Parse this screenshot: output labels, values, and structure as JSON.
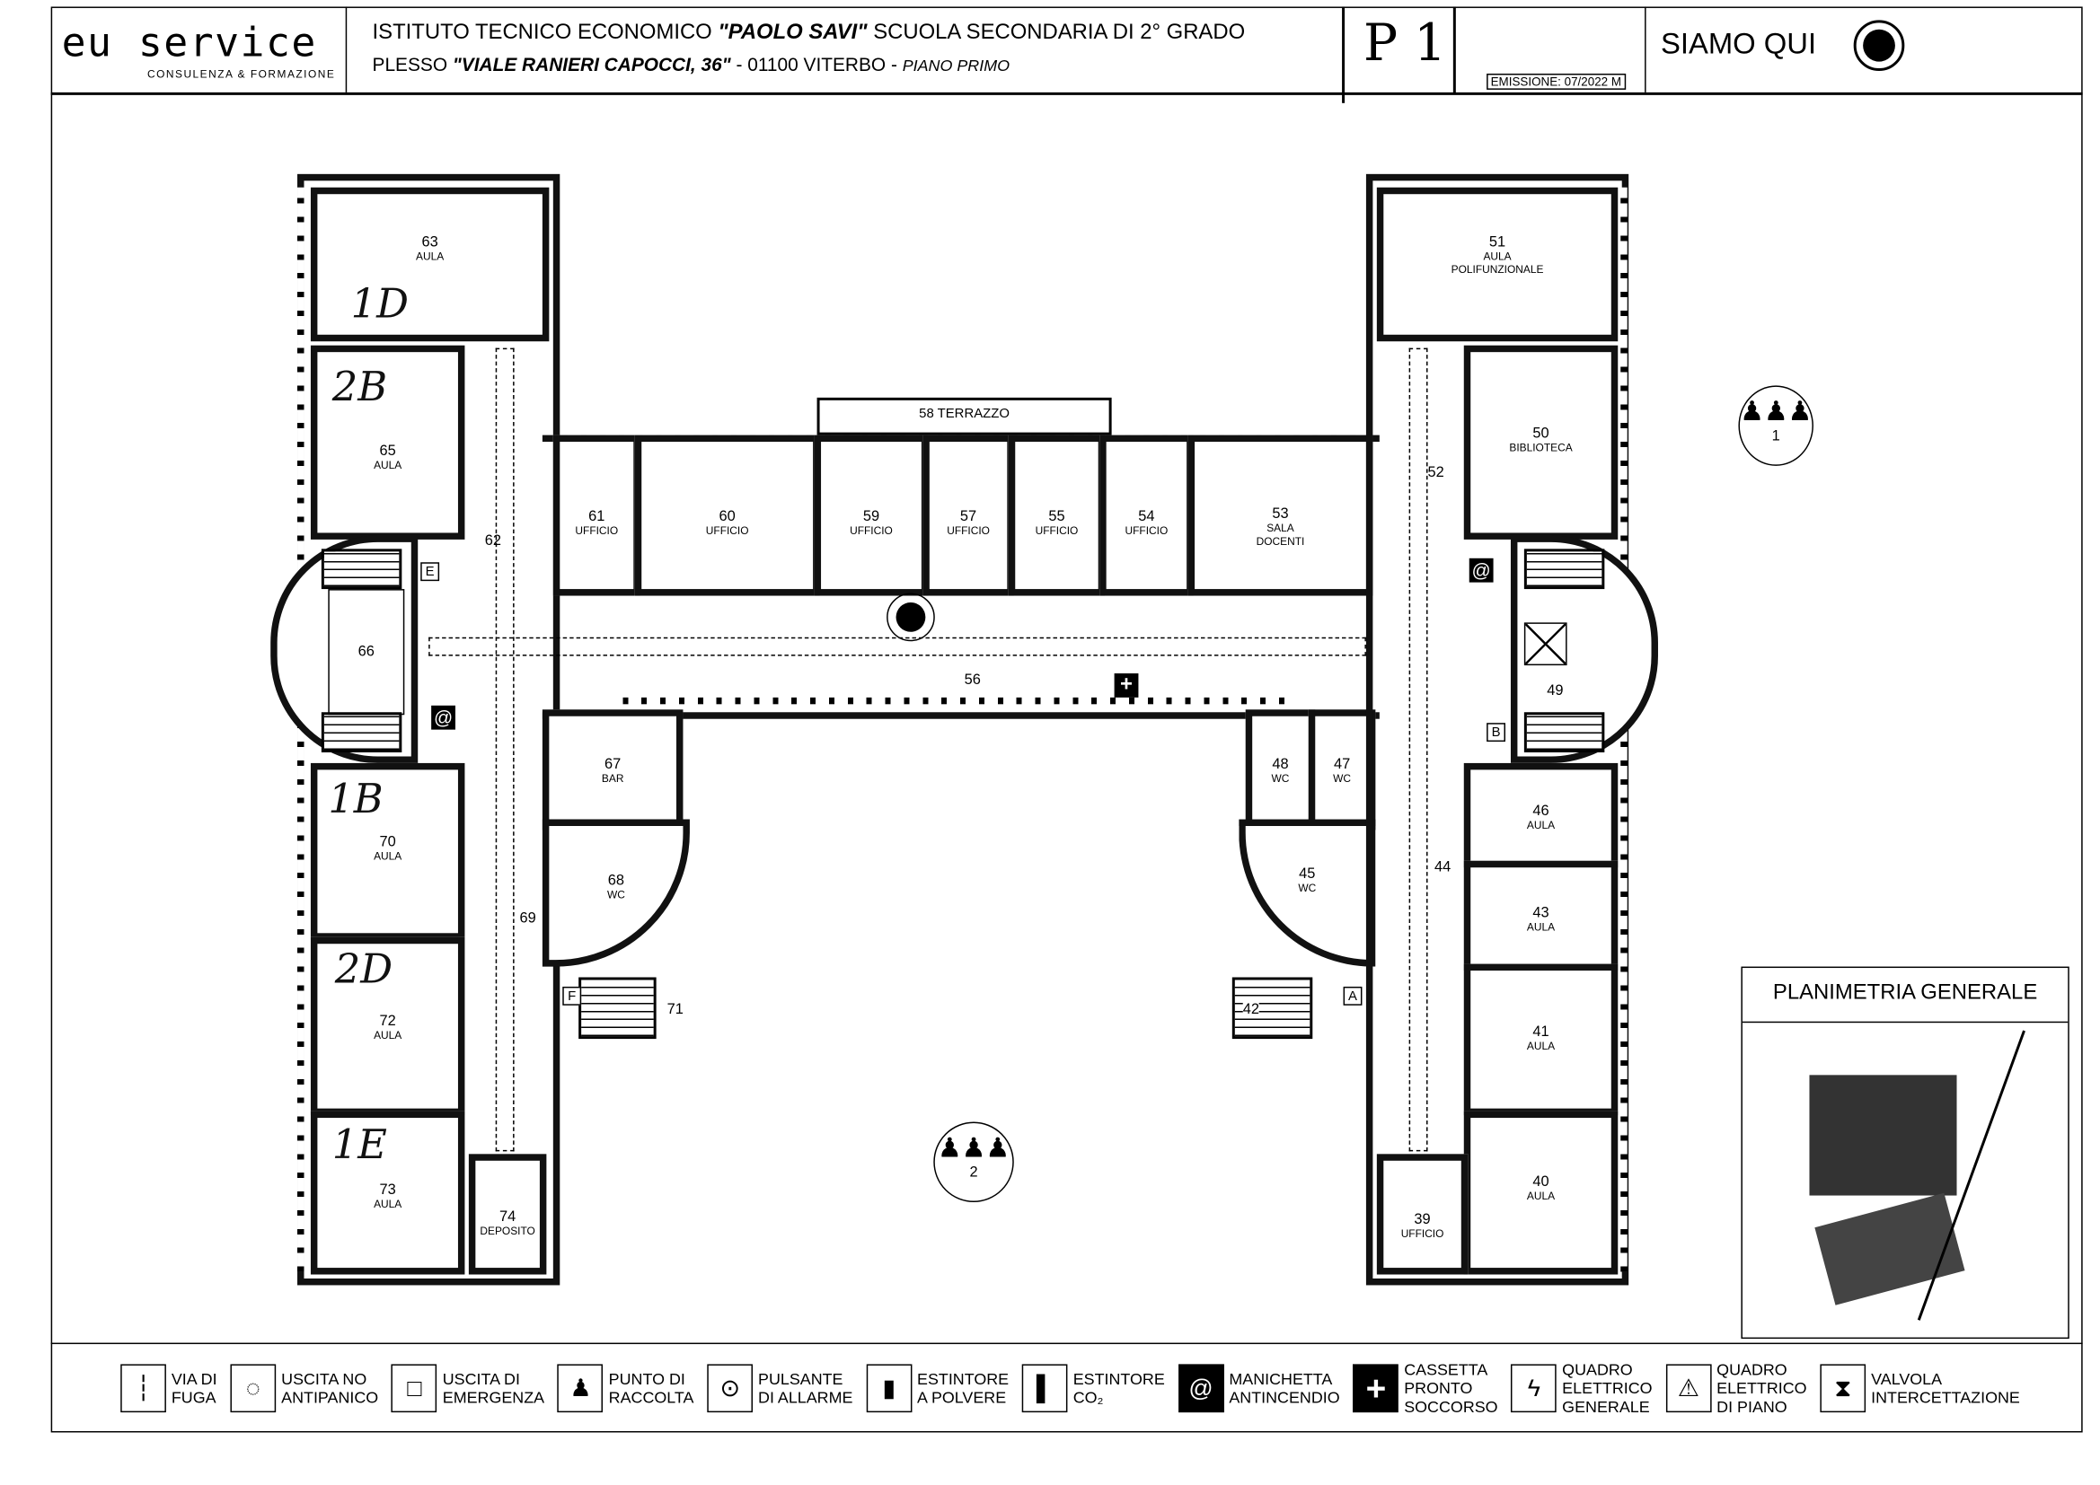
{
  "header": {
    "logo_main": "eu service",
    "logo_sub": "CONSULENZA & FORMAZIONE",
    "title_line1_a": "ISTITUTO  TECNICO ECONOMICO ",
    "title_line1_b": "\"PAOLO SAVI\"",
    "title_line1_c": " SCUOLA SECONDARIA DI 2° GRADO",
    "title_line2_a": "PLESSO ",
    "title_line2_b": "\"VIALE RANIERI CAPOCCI, 36\"",
    "title_line2_c": " - 01100 VITERBO - ",
    "title_line2_d": "PIANO PRIMO",
    "floor_code": "P 1",
    "emission": "EMISSIONE: 07/2022 M",
    "you_are_here": "SIAMO QUI"
  },
  "rooms": [
    {
      "n": "63",
      "t": "AULA"
    },
    {
      "n": "65",
      "t": "AULA"
    },
    {
      "n": "66",
      "t": ""
    },
    {
      "n": "70",
      "t": "AULA"
    },
    {
      "n": "72",
      "t": "AULA"
    },
    {
      "n": "73",
      "t": "AULA"
    },
    {
      "n": "74",
      "t": "DEPOSITO"
    },
    {
      "n": "61",
      "t": "UFFICIO"
    },
    {
      "n": "60",
      "t": "UFFICIO"
    },
    {
      "n": "59",
      "t": "UFFICIO"
    },
    {
      "n": "57",
      "t": "UFFICIO"
    },
    {
      "n": "55",
      "t": "UFFICIO"
    },
    {
      "n": "54",
      "t": "UFFICIO"
    },
    {
      "n": "53",
      "t": "SALA DOCENTI"
    },
    {
      "n": "51",
      "t": "AULA POLIFUNZIONALE"
    },
    {
      "n": "50",
      "t": "BIBLIOTECA"
    },
    {
      "n": "46",
      "t": "AULA"
    },
    {
      "n": "43",
      "t": "AULA"
    },
    {
      "n": "41",
      "t": "AULA"
    },
    {
      "n": "40",
      "t": "AULA"
    },
    {
      "n": "39",
      "t": "UFFICIO"
    },
    {
      "n": "67",
      "t": "BAR"
    },
    {
      "n": "68",
      "t": "WC"
    },
    {
      "n": "48",
      "t": "WC"
    },
    {
      "n": "47",
      "t": "WC"
    },
    {
      "n": "45",
      "t": "WC"
    }
  ],
  "labels": {
    "terrazzo": "58 TERRAZZO",
    "corr56": "56",
    "corr62": "62",
    "corr69": "69",
    "corr52": "52",
    "corr44": "44",
    "stair49": "49",
    "stair71": "71",
    "stair42": "42",
    "exitE": "E",
    "exitF": "F",
    "exitA": "A",
    "exitB": "B",
    "mp1": "1",
    "mp2": "2"
  },
  "handwritten": [
    "1D",
    "2B",
    "1B",
    "2D",
    "1E"
  ],
  "site_plan": {
    "title": "PLANIMETRIA GENERALE"
  },
  "legend": [
    {
      "icon": "escape-route-icon",
      "l1": "VIA DI",
      "l2": "FUGA"
    },
    {
      "icon": "no-panic-exit-icon",
      "l1": "USCITA NO",
      "l2": "ANTIPANICO"
    },
    {
      "icon": "emergency-exit-icon",
      "l1": "USCITA DI",
      "l2": "EMERGENZA"
    },
    {
      "icon": "assembly-point-icon",
      "l1": "PUNTO DI",
      "l2": "RACCOLTA"
    },
    {
      "icon": "alarm-button-icon",
      "l1": "PULSANTE",
      "l2": "DI ALLARME"
    },
    {
      "icon": "powder-extinguisher-icon",
      "l1": "ESTINTORE",
      "l2": "A POLVERE"
    },
    {
      "icon": "co2-extinguisher-icon",
      "l1": "ESTINTORE",
      "l2": "CO₂"
    },
    {
      "icon": "fire-hose-icon",
      "l1": "MANICHETTA",
      "l2": "ANTINCENDIO"
    },
    {
      "icon": "first-aid-icon",
      "l1": "CASSETTA",
      "l2": "PRONTO",
      "l3": "SOCCORSO"
    },
    {
      "icon": "main-panel-icon",
      "l1": "QUADRO",
      "l2": "ELETTRICO",
      "l3": "GENERALE"
    },
    {
      "icon": "floor-panel-icon",
      "l1": "QUADRO",
      "l2": "ELETTRICO",
      "l3": "DI PIANO"
    },
    {
      "icon": "valve-icon",
      "l1": "VALVOLA",
      "l2": "INTERCETTAZIONE"
    }
  ]
}
